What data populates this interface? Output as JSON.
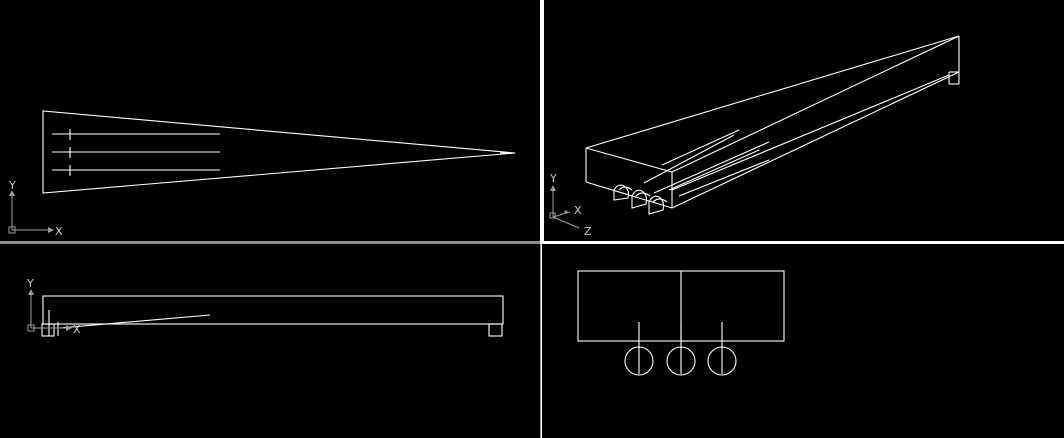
{
  "viewports": {
    "top_left": {
      "ucs": {
        "x_label": "X",
        "y_label": "Y"
      }
    },
    "top_right": {
      "ucs": {
        "x_label": "X",
        "y_label": "Y",
        "z_label": "Z"
      }
    },
    "bottom_left": {
      "ucs": {
        "x_label": "X",
        "y_label": "Y"
      }
    },
    "bottom_right": {}
  },
  "colors": {
    "background": "#000000",
    "geometry": "#ffffff",
    "ucs_icon": "#9c9c9c",
    "active_border": "#ffffff",
    "inactive_border": "#9a9a9a"
  }
}
